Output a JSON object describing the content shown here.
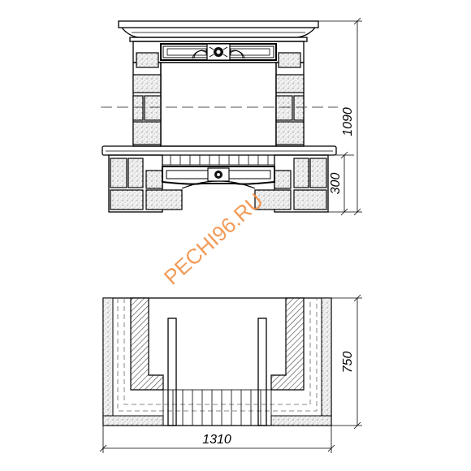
{
  "dimensions": {
    "front_height": "1090",
    "base_height": "300",
    "depth": "750",
    "width": "1310"
  },
  "watermark": "PECHI96.RU",
  "colors": {
    "line": "#000000",
    "stone_fill": "#e4e4e4",
    "dark_band": "#222222",
    "watermark": "#f08a3c"
  }
}
